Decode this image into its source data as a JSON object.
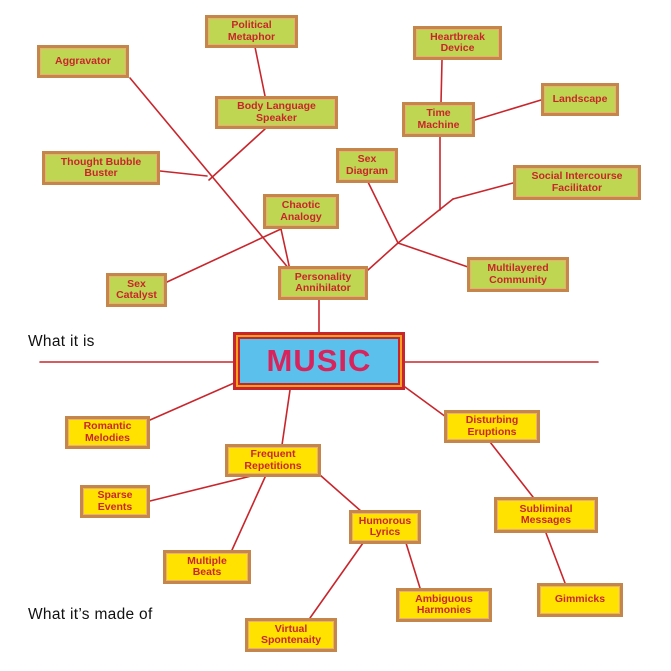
{
  "center": {
    "label": "MUSIC"
  },
  "sections": {
    "above": "What it is",
    "below": "What it’s made of"
  },
  "colors": {
    "line": "#c8262c",
    "text": "#c8262c",
    "is_box": "#bfd653",
    "made_box": "#ffe200",
    "border": "#c4864a",
    "center_fill": "#5bc0eb",
    "center_text": "#d8245c"
  },
  "what_it_is": {
    "political_metaphor": "Political\nMetaphor",
    "aggravator": "Aggravator",
    "body_language_speaker": "Body Language\nSpeaker",
    "thought_bubble_buster": "Thought Bubble\nBuster",
    "chaotic_analogy": "Chaotic\nAnalogy",
    "sex_catalyst": "Sex\nCatalyst",
    "personality_annihilator": "Personality\nAnnihilator",
    "heartbreak_device": "Heartbreak\nDevice",
    "landscape": "Landscape",
    "time_machine": "Time\nMachine",
    "sex_diagram": "Sex\nDiagram",
    "social_intercourse_facilitator": "Social Intercourse\nFacilitator",
    "multilayered_community": "Multilayered\nCommunity"
  },
  "what_its_made_of": {
    "romantic_melodies": "Romantic\nMelodies",
    "frequent_repetitions": "Frequent\nRepetitions",
    "disturbing_eruptions": "Disturbing\nEruptions",
    "sparse_events": "Sparse\nEvents",
    "humorous_lyrics": "Humorous\nLyrics",
    "subliminal_messages": "Subliminal\nMessages",
    "multiple_beats": "Multiple\nBeats",
    "ambiguous_harmonies": "Ambiguous\nHarmonies",
    "gimmicks": "Gimmicks",
    "virtual_spontenaity": "Virtual\nSpontenaity"
  }
}
